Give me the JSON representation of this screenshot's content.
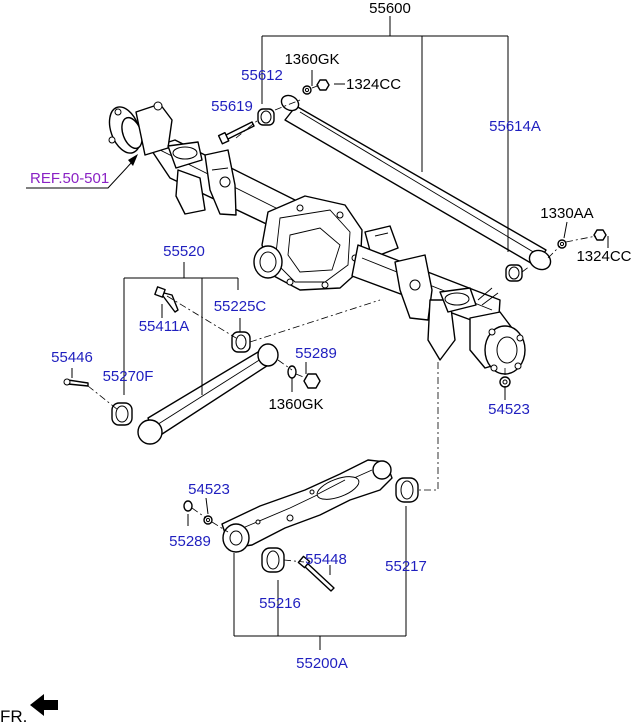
{
  "labels": {
    "p55600": "55600",
    "p1360GK_top": "1360GK",
    "p55612": "55612",
    "p1324CC_top": "1324CC",
    "p55619": "55619",
    "p55614A": "55614A",
    "ref": "REF.50-501",
    "p1330AA": "1330AA",
    "p1324CC_right": "1324CC",
    "p55520": "55520",
    "p55225C": "55225C",
    "p55411A": "55411A",
    "p55446": "55446",
    "p55289_mid": "55289",
    "p55270F": "55270F",
    "p1360GK_mid": "1360GK",
    "p54523_right": "54523",
    "p54523_low": "54523",
    "p55289_low": "55289",
    "p55448": "55448",
    "p55217": "55217",
    "p55216": "55216",
    "p55200A": "55200A",
    "front": "FR."
  },
  "colors": {
    "part_label": "#1f1fbf",
    "reference_label": "#8a22c4",
    "line": "#000000"
  },
  "icons": {
    "front_direction": "arrow-icon"
  }
}
